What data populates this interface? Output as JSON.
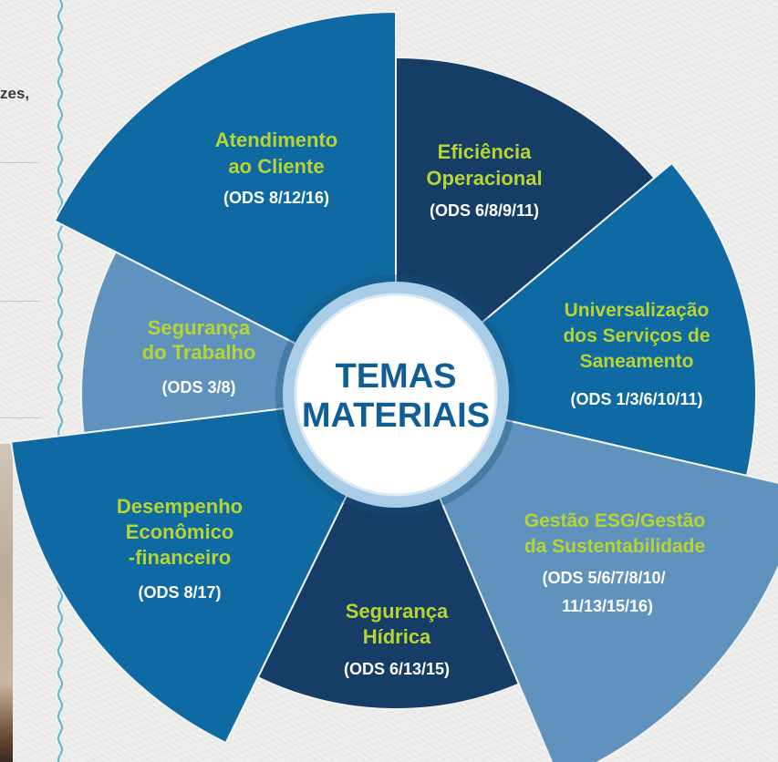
{
  "left_text_fragment": "zes,",
  "center": {
    "line1": "TEMAS",
    "line2": "MATERIAIS"
  },
  "segments": [
    {
      "id": "atendimento",
      "title": [
        "Atendimento",
        "ao Cliente"
      ],
      "ods": "(ODS 8/12/16)",
      "fill": "#0f6aa3",
      "title_color": "#b7d432"
    },
    {
      "id": "eficiencia",
      "title": [
        "Eficiência",
        "Operacional"
      ],
      "ods": "(ODS 6/8/9/11)",
      "fill": "#153d66",
      "title_color": "#b7d432"
    },
    {
      "id": "universalizacao",
      "title": [
        "Universalização",
        "dos Serviços de",
        "Saneamento"
      ],
      "ods": "(ODS 1/3/6/10/11)",
      "fill": "#0f6aa3",
      "title_color": "#b7d432"
    },
    {
      "id": "gestao-esg",
      "title": [
        "Gestão ESG/Gestão",
        "da Sustentabilidade"
      ],
      "ods": [
        "(ODS 5/6/7/8/10/",
        "11/13/15/16)"
      ],
      "fill": "#5f93be",
      "title_color": "#b7d432"
    },
    {
      "id": "seguranca-hidrica",
      "title": [
        "Segurança",
        "Hídrica"
      ],
      "ods": "(ODS 6/13/15)",
      "fill": "#153d66",
      "title_color": "#b7d432"
    },
    {
      "id": "desempenho",
      "title": [
        "Desempenho",
        "Econômico",
        "-financeiro"
      ],
      "ods": "(ODS 8/17)",
      "fill": "#0f6aa3",
      "title_color": "#b7d432"
    },
    {
      "id": "seguranca-trabalho",
      "title": [
        "Segurança",
        "do Trabalho"
      ],
      "ods": "(ODS 3/8)",
      "fill": "#5f93be",
      "title_color": "#b7d432"
    }
  ],
  "colors": {
    "text_white": "#ffffff",
    "center_text": "#0f5f96",
    "center_ring": "#a9cde6",
    "wavy_line": "#5cb7e0"
  }
}
